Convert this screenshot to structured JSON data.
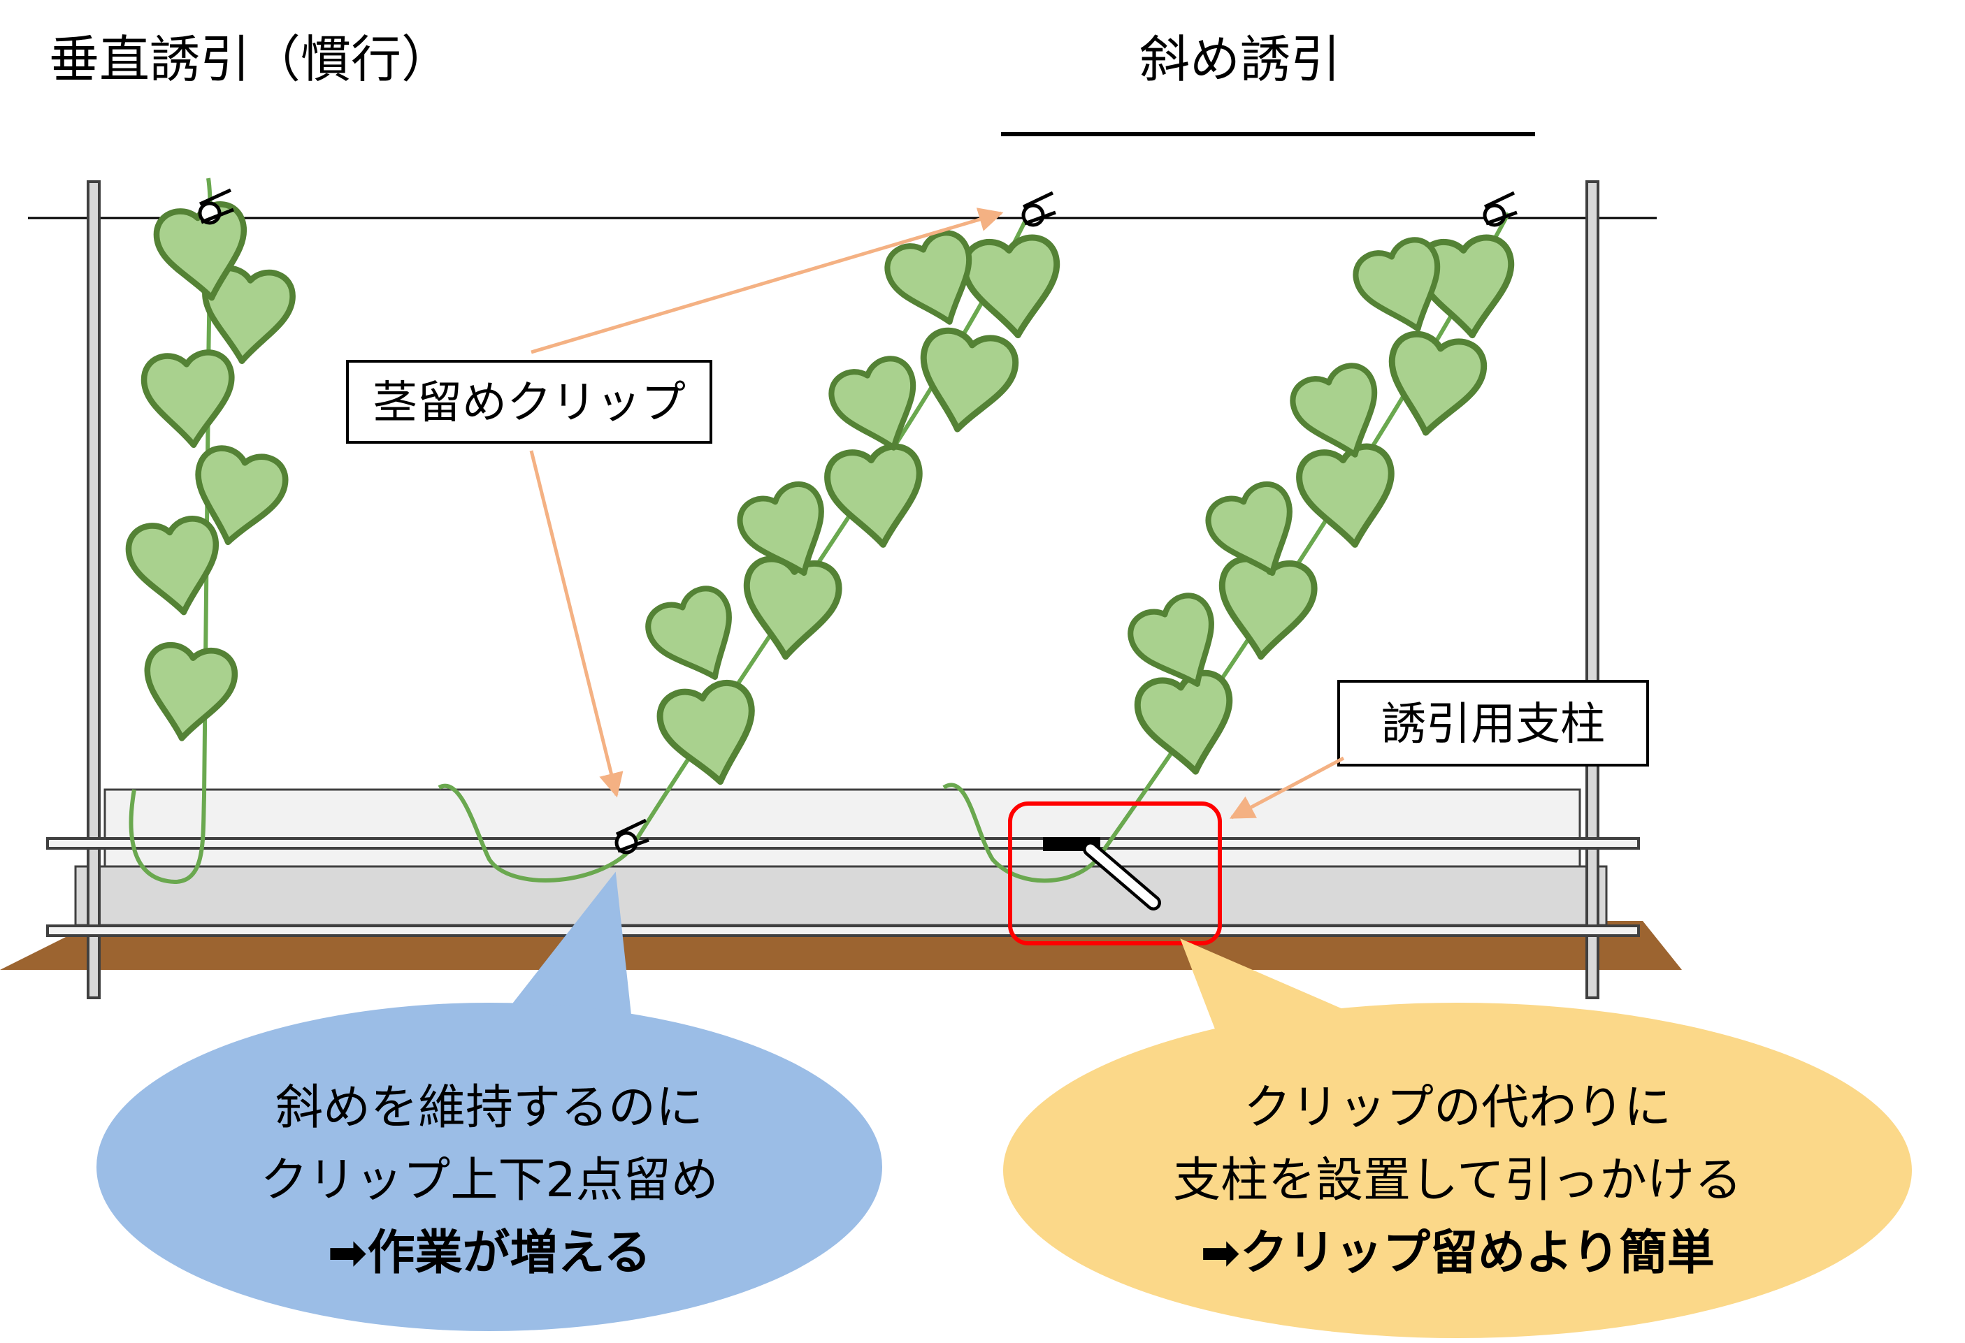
{
  "titles": {
    "vertical": "垂直誘引（慣行）",
    "diagonal": "斜め誘引"
  },
  "labels": {
    "clip": "茎留めクリップ",
    "post": "誘引用支柱"
  },
  "bubbles": {
    "left": {
      "line1": "斜めを維持するのに",
      "line2": "クリップ上下2点留め",
      "line3": "➡作業が増える",
      "color": "#9bbde6"
    },
    "right": {
      "line1": "クリップの代わりに",
      "line2": "支柱を設置して引っかける",
      "line3": "➡クリップ留めより簡単",
      "color": "#fbd889"
    }
  },
  "colors": {
    "leaf_fill": "#a9d18e",
    "leaf_stroke": "#548235",
    "soil": "#9c6430",
    "arrow": "#f4b183",
    "highlight_box": "#ff0000"
  },
  "icons": {
    "clip": "stem-clip-icon",
    "post": "support-post-icon"
  }
}
